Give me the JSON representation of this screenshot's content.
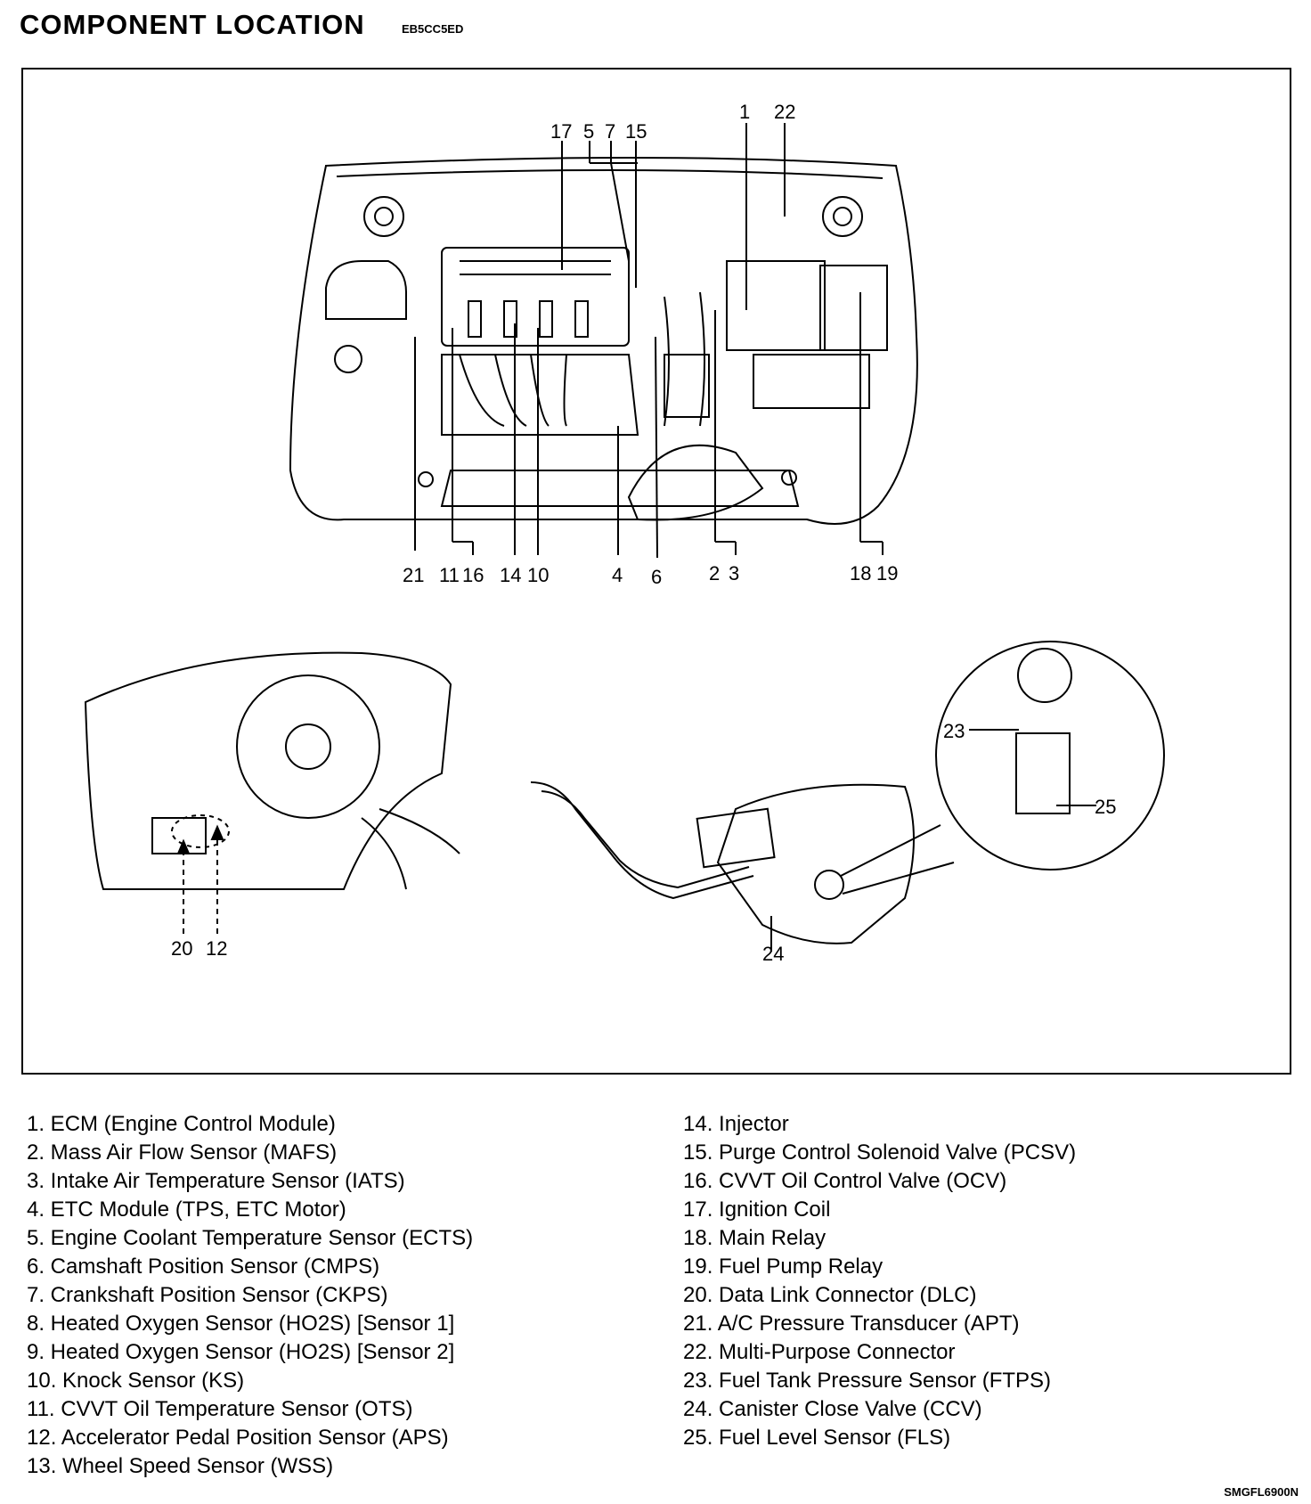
{
  "header": {
    "title": "COMPONENT LOCATION",
    "code": "EB5CC5ED"
  },
  "callouts": {
    "c1": "1",
    "c22": "22",
    "c17": "17",
    "c5": "5",
    "c7": "7",
    "c15": "15",
    "c21": "21",
    "c11": "11",
    "c16": "16",
    "c14": "14",
    "c10": "10",
    "c4": "4",
    "c6": "6",
    "c2": "2",
    "c3": "3",
    "c18": "18",
    "c19": "19",
    "c20": "20",
    "c12": "12",
    "c23": "23",
    "c25": "25",
    "c24": "24"
  },
  "legend_left": [
    "1. ECM (Engine Control Module)",
    "2. Mass Air Flow Sensor (MAFS)",
    "3. Intake Air Temperature Sensor (IATS)",
    "4. ETC Module (TPS, ETC Motor)",
    "5. Engine Coolant Temperature Sensor (ECTS)",
    "6. Camshaft Position Sensor (CMPS)",
    "7. Crankshaft Position Sensor (CKPS)",
    "8. Heated Oxygen Sensor (HO2S) [Sensor 1]",
    "9. Heated Oxygen Sensor (HO2S) [Sensor 2]",
    "10. Knock Sensor (KS)",
    "11. CVVT Oil Temperature Sensor (OTS)",
    "12. Accelerator Pedal Position Sensor (APS)",
    "13. Wheel Speed Sensor (WSS)"
  ],
  "legend_right": [
    "14. Injector",
    "15. Purge Control Solenoid Valve (PCSV)",
    "16. CVVT Oil Control Valve (OCV)",
    "17. Ignition Coil",
    "18. Main Relay",
    "19. Fuel Pump Relay",
    "20. Data Link Connector (DLC)",
    "21. A/C Pressure Transducer (APT)",
    "22. Multi-Purpose Connector",
    "23. Fuel Tank Pressure Sensor (FTPS)",
    "24. Canister Close Valve (CCV)",
    "25. Fuel Level Sensor (FLS)"
  ],
  "footer": {
    "code": "SMGFL6900N"
  }
}
